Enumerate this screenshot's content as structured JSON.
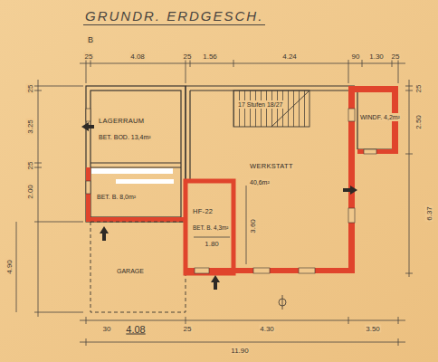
{
  "diagram": {
    "title": "GRUNDR. ERDGESCH.",
    "nodes": [
      {
        "text": [
          "LAGERRAUM",
          "BET. BOD. 13,4m²"
        ]
      },
      {
        "text": [
          "BET. B. 8,0m²"
        ]
      },
      {
        "text": [
          "HF-22",
          "BET. B. 4,3m²"
        ]
      },
      {
        "text": [
          "WERKSTATT",
          "40,6m²"
        ]
      },
      {
        "text": [
          "GARAGE"
        ]
      },
      {
        "text": [
          "17 Stufen 18/27"
        ]
      },
      {
        "text": [
          "WINDF. 4,2m²"
        ]
      }
    ],
    "edges": [],
    "labels": [
      "B",
      "25",
      "4.08",
      "25",
      "1.56",
      "4.24",
      "90",
      "1.30",
      "25",
      "25",
      "3.25",
      "25",
      "2.00",
      "4.90",
      "25",
      "2.50",
      "6.37",
      "1.80",
      "3.60",
      "30",
      "4.08",
      "25",
      "4.30",
      "3.50",
      "11.90"
    ]
  }
}
